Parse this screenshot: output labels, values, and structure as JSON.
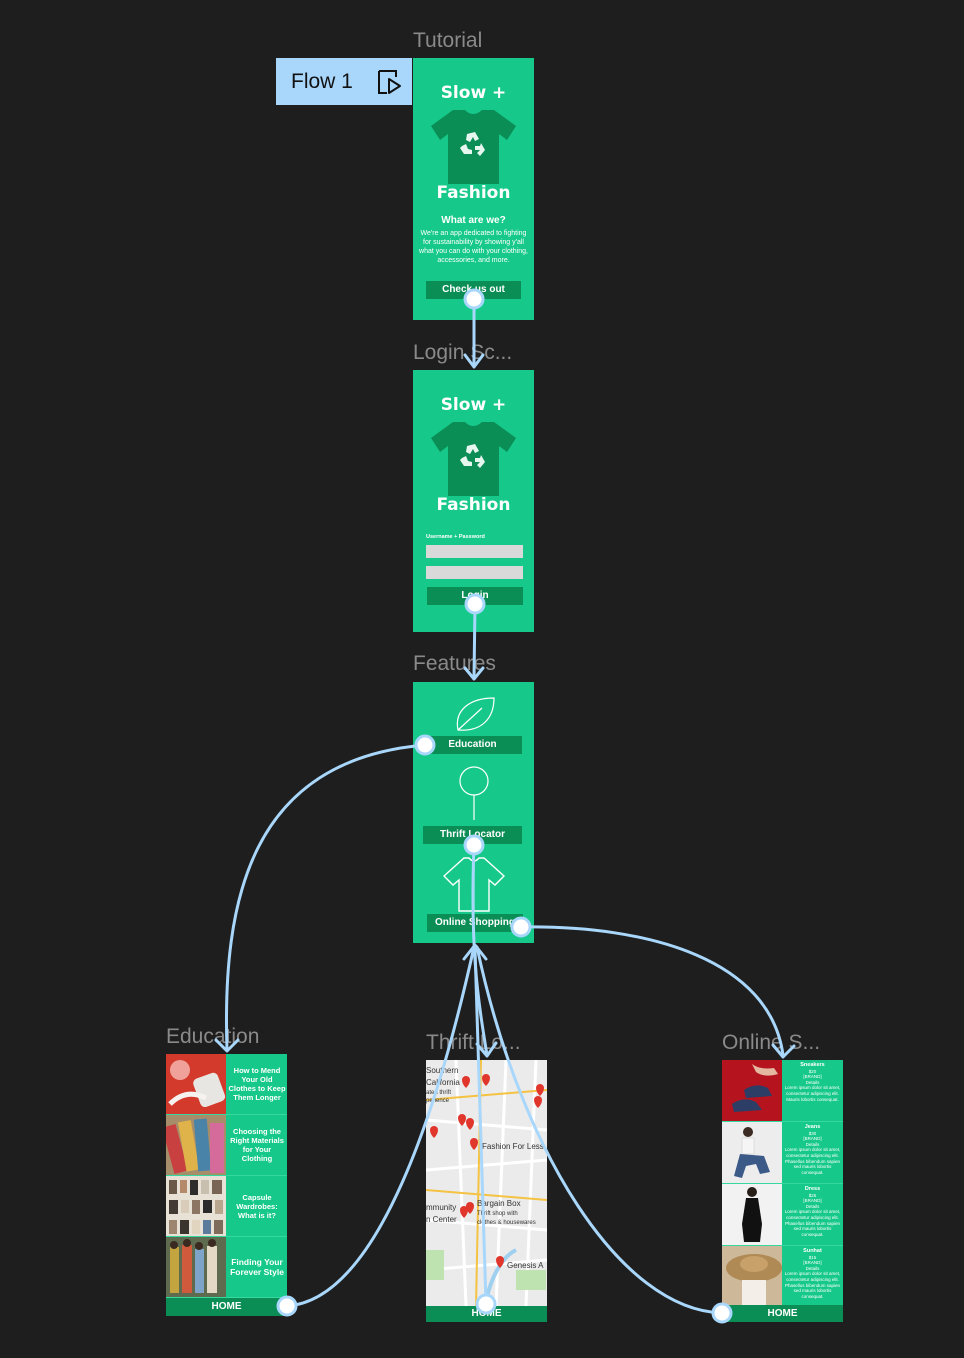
{
  "flow": {
    "label": "Flow 1"
  },
  "frames": {
    "tutorial": {
      "title": "Tutorial",
      "brand_top": "Slow +",
      "brand_bottom": "Fashion",
      "heading": "What are we?",
      "body": "We're an app dedicated to fighting for sustainability by showing y'all what you can do with your clothing, accessories, and more.",
      "button": "Check us out"
    },
    "login": {
      "title": "Login Sc...",
      "brand_top": "Slow +",
      "brand_bottom": "Fashion",
      "field_label": "Username + Password",
      "button": "Login"
    },
    "features": {
      "title": "Features",
      "items": [
        "Education",
        "Thrift Locator",
        "Online Shopping"
      ]
    },
    "education": {
      "title": "Education",
      "articles": [
        "How to Mend Your Old Clothes to Keep Them Longer",
        "Choosing the Right Materials for Your Clothing",
        "Capsule Wardrobes: What is it?",
        "Finding Your Forever Style"
      ],
      "home": "HOME"
    },
    "thrift": {
      "title": "Thrift Lo...",
      "labels": [
        "Southern",
        "California",
        "ated thrift",
        "perience",
        "Fashion For Less",
        "Bargain Box",
        "Thrift shop with",
        "clothes & housewares",
        "mmunity",
        "n Center",
        "Genesis A"
      ],
      "home": "HOME"
    },
    "online": {
      "title": "Online S...",
      "products": [
        {
          "name": "Sneakers",
          "price": "$20",
          "brand": "[BRAND]",
          "details": "Details",
          "desc": "Lorem ipsum dolor sit amet, consectetur adipiscing elit. Mauris lobortis consequat."
        },
        {
          "name": "Jeans",
          "price": "$30",
          "brand": "[BRAND]",
          "details": "Details",
          "desc": "Lorem ipsum dolor sit amet, consectetur adipiscing elit. Phasellus bibendum sapien sed mauris lobortis consequat."
        },
        {
          "name": "Dress",
          "price": "$25",
          "brand": "[BRAND]",
          "details": "Details",
          "desc": "Lorem ipsum dolor sit amet, consectetur adipiscing elit. Phasellus bibendum sapien sed mauris lobortis consequat."
        },
        {
          "name": "Sunhat",
          "price": "$15",
          "brand": "[BRAND]",
          "details": "Details",
          "desc": "Lorem ipsum dolor sit amet, consectetur adipiscing elit. Phasellus bibendum sapien sed mauris lobortis consequat."
        }
      ],
      "home": "HOME"
    }
  },
  "colors": {
    "canvas": "#1e1e1e",
    "frame_green": "#16c98b",
    "button_green": "#0b8e55",
    "connector": "#a9d7fb",
    "flow_tag": "#a9d7fb"
  },
  "icons": [
    "play-flow-icon",
    "recycle-tshirt-icon",
    "leaf-icon",
    "map-pin-icon",
    "shirt-outline-icon",
    "location-marker-icon"
  ]
}
